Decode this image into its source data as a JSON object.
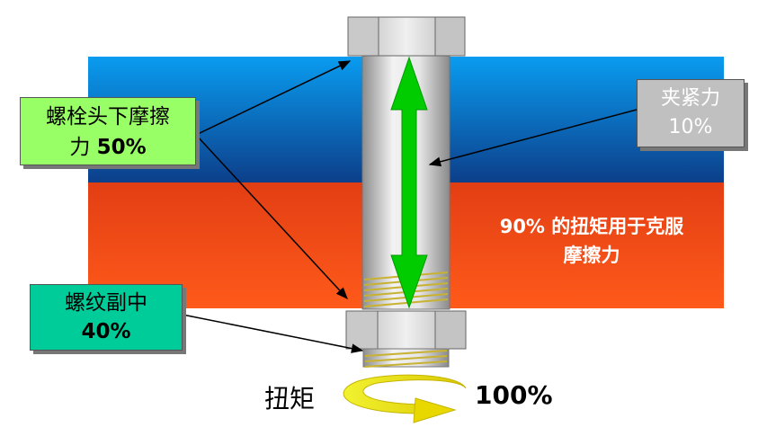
{
  "head_friction": {
    "line1": "螺栓头下摩擦",
    "line2_prefix": "力 ",
    "line2_value": "50%"
  },
  "thread_friction": {
    "line1": "螺纹副中",
    "line2": "40%"
  },
  "clamp_force": {
    "label": "夹紧力",
    "value": "10%"
  },
  "overcome_friction": {
    "line1": "90% 的扭矩用于克服",
    "line2": "摩擦力"
  },
  "torque": {
    "label": "扭矩",
    "value": "100%"
  },
  "colors": {
    "upper_plate": "#1a6fd6",
    "lower_plate": "#f24e12",
    "clamp_arrow": "#00cc00",
    "torque_arrow": "#e8e830"
  }
}
